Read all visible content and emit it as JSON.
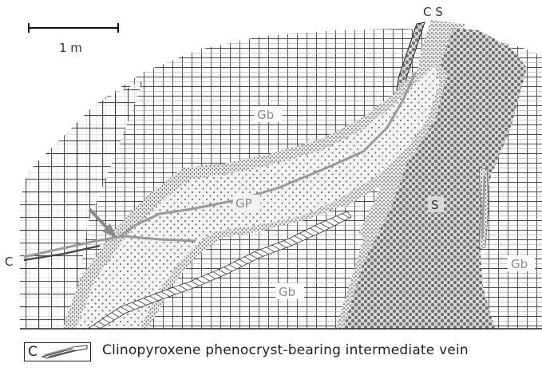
{
  "scale_bar": {
    "label": "1 m"
  },
  "labels": {
    "gb_upper": "Gb",
    "gp": "GP",
    "s": "S",
    "gb_lower": "Gb",
    "gb_right": "Gb",
    "c_left": "C",
    "cs_top": "C S"
  },
  "legend": {
    "symbol": "C",
    "text": "Clinopyroxene phenocryst-bearing intermediate vein"
  }
}
